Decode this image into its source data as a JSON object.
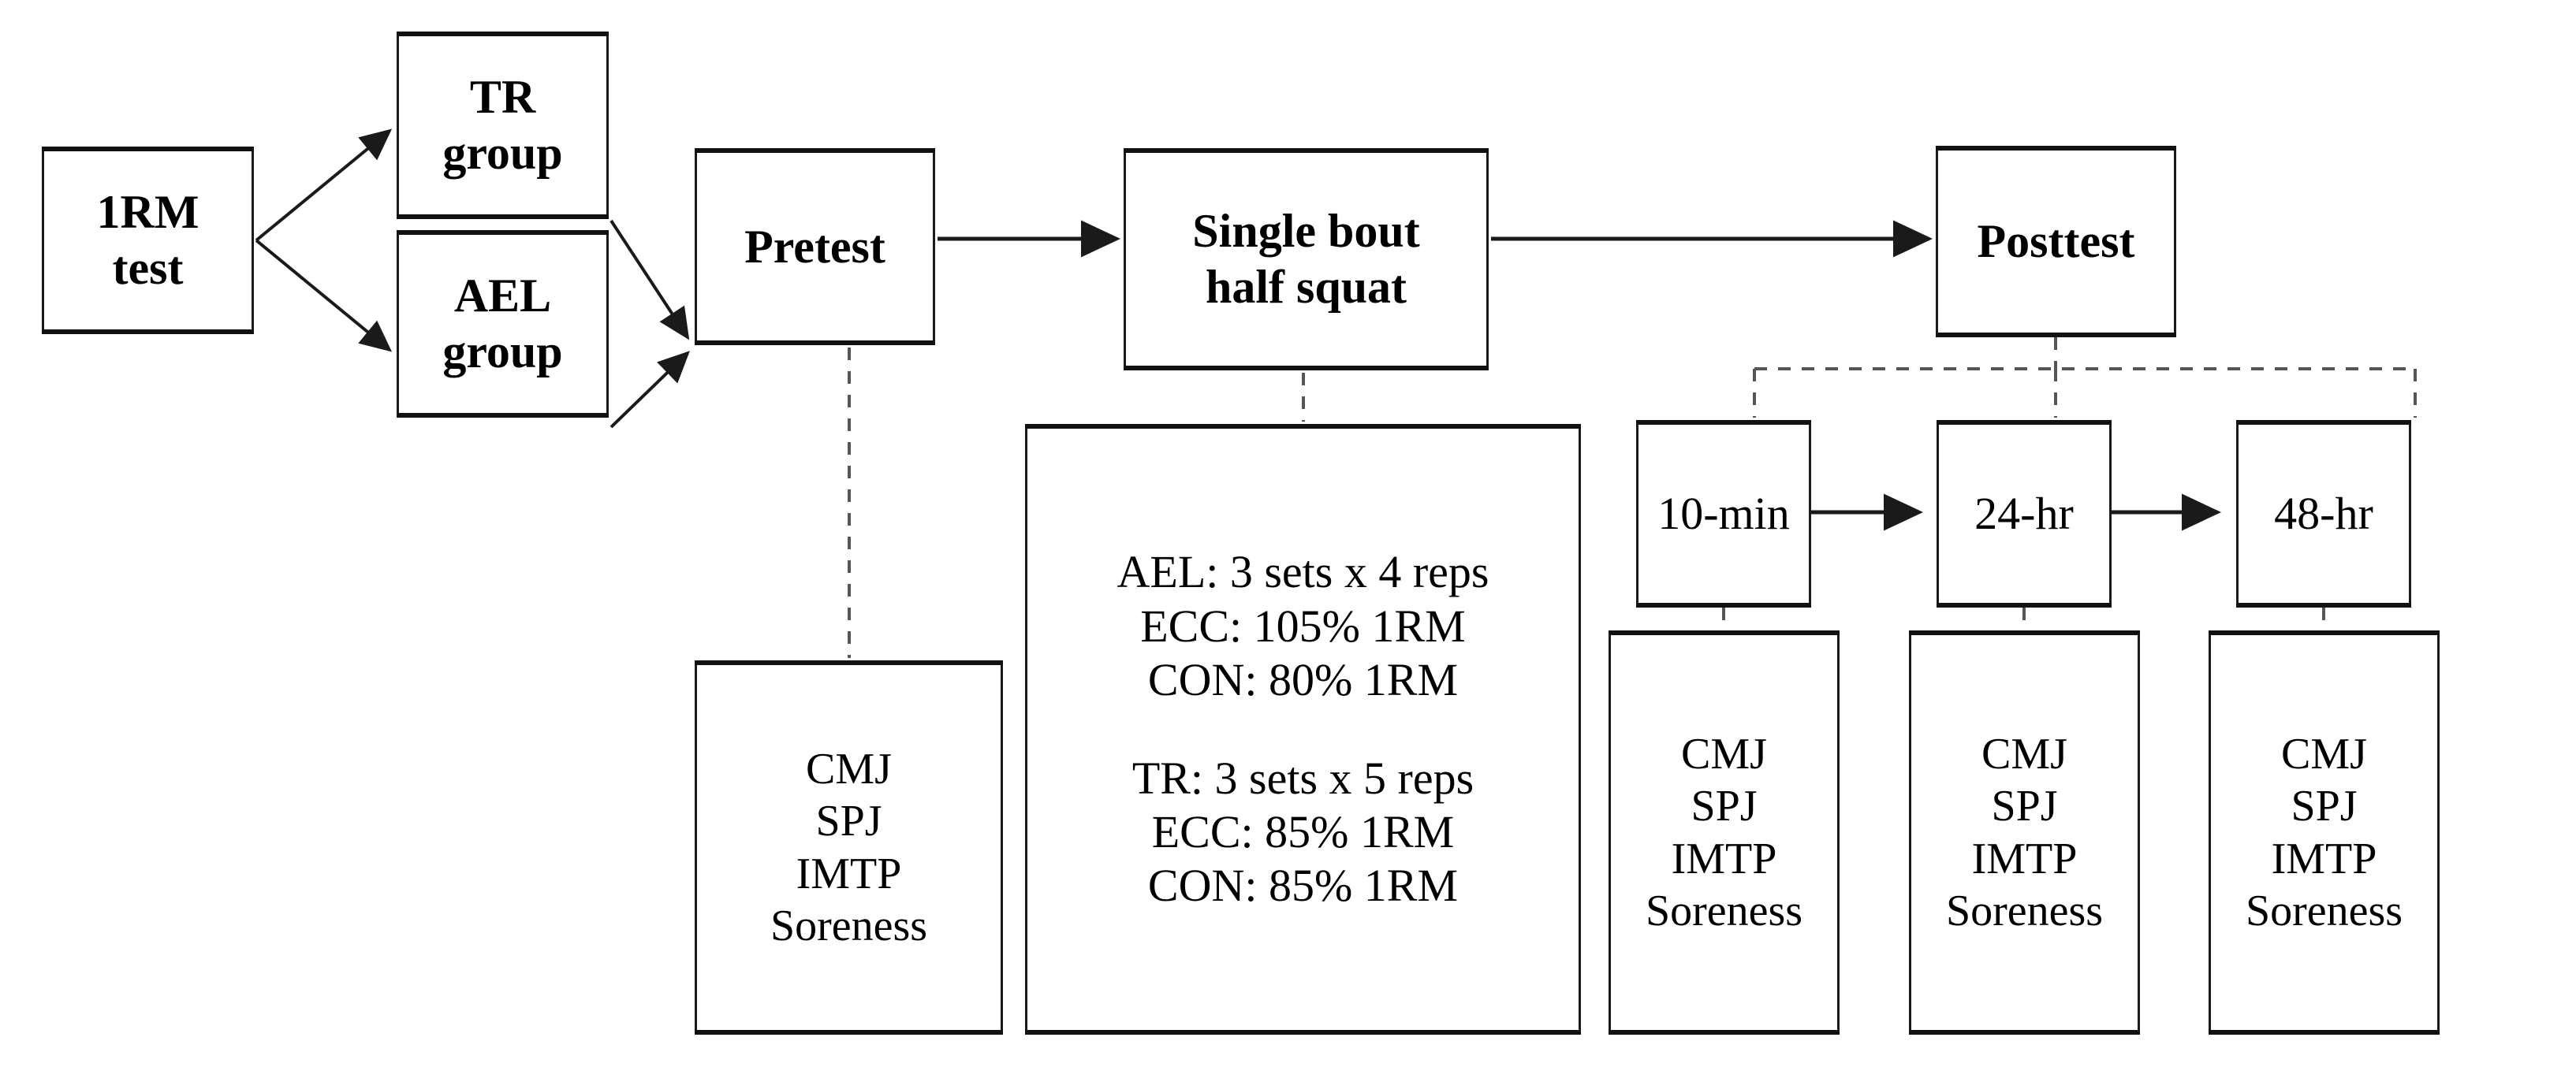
{
  "diagram": {
    "title": "Experimental study design flowchart",
    "colors": {
      "line": "#1a1a1a",
      "dashed": "#555555",
      "box_bg": "#ffffff",
      "text": "#000000"
    },
    "nodes": {
      "one_rm": {
        "lines": [
          "1RM",
          "test"
        ]
      },
      "tr_group": {
        "lines": [
          "TR",
          "group"
        ]
      },
      "ael_group": {
        "lines": [
          "AEL",
          "group"
        ]
      },
      "pretest": {
        "lines": [
          "Pretest"
        ]
      },
      "single_bout": {
        "lines": [
          "Single bout",
          "half squat"
        ]
      },
      "posttest": {
        "lines": [
          "Posttest"
        ]
      },
      "timepoint_10min": {
        "lines": [
          "10-min"
        ]
      },
      "timepoint_24hr": {
        "lines": [
          "24-hr"
        ]
      },
      "timepoint_48hr": {
        "lines": [
          "48-hr"
        ]
      }
    },
    "protocol": {
      "ael_block": [
        "AEL: 3 sets x 4 reps",
        "ECC: 105% 1RM",
        "CON: 80% 1RM"
      ],
      "tr_block": [
        "TR: 3 sets x 5 reps",
        "ECC: 85% 1RM",
        "CON: 85% 1RM"
      ]
    },
    "measures": {
      "pretest": [
        "CMJ",
        "SPJ",
        "IMTP",
        "Soreness"
      ],
      "t10min": [
        "CMJ",
        "SPJ",
        "IMTP",
        "Soreness"
      ],
      "t24hr": [
        "CMJ",
        "SPJ",
        "IMTP",
        "Soreness"
      ],
      "t48hr": [
        "CMJ",
        "SPJ",
        "IMTP",
        "Soreness"
      ]
    }
  }
}
